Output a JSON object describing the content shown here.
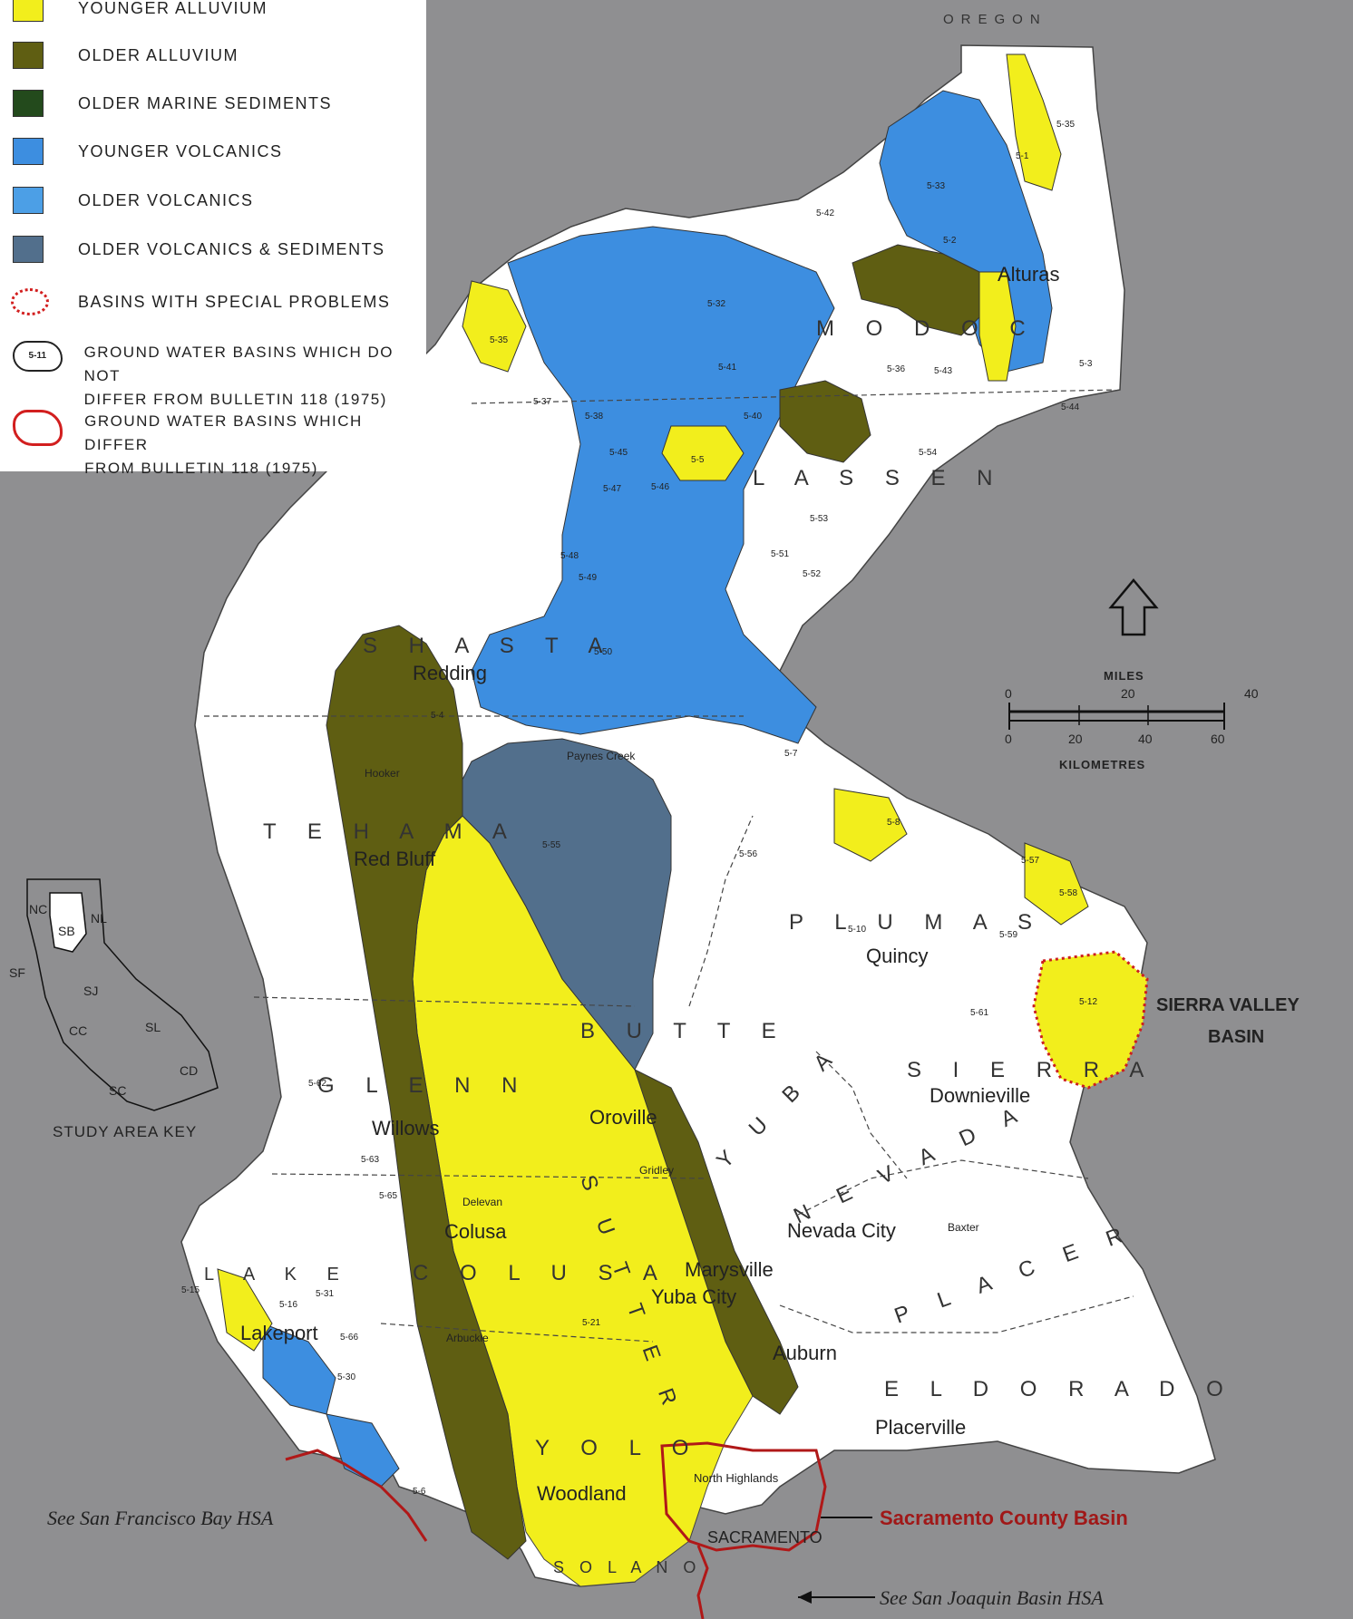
{
  "legend": {
    "items": [
      {
        "label": "YOUNGER ALLUVIUM",
        "color": "#f2ee1c"
      },
      {
        "label": "OLDER ALLUVIUM",
        "color": "#5f5e12"
      },
      {
        "label": "OLDER MARINE SEDIMENTS",
        "color": "#234a1c"
      },
      {
        "label": "YOUNGER VOLCANICS",
        "color": "#3d8ee0"
      },
      {
        "label": "OLDER VOLCANICS",
        "color": "#4c9fe6"
      },
      {
        "label": "OLDER VOLCANICS & SEDIMENTS",
        "color": "#526f8c"
      },
      {
        "label": "BASINS WITH SPECIAL PROBLEMS"
      }
    ],
    "same_basins": {
      "line1": "GROUND WATER BASINS WHICH DO NOT",
      "line2": "DIFFER FROM BULLETIN 118 (1975)",
      "icon_label": "5-11"
    },
    "diff_basins": {
      "line1": "GROUND WATER BASINS WHICH DIFFER",
      "line2": "FROM BULLETIN 118 (1975)"
    }
  },
  "state_label": "OREGON",
  "counties": {
    "modoc": "M O D O C",
    "lassen": "L A S S E N",
    "shasta": "S H A S T A",
    "tehama": "T E H A M A",
    "plumas": "P L U M A S",
    "butte": "B U T T E",
    "glenn": "G L E N N",
    "sierra": "S I E R R A",
    "yuba": "Y U B A",
    "nevada": "N E V A D A",
    "placer": "P L A C E R",
    "eldorado": "E L   D O R A D O",
    "lake": "L A K E",
    "colusa": "C O L U S A",
    "sutter": "S U T T E R",
    "yolo": "Y O L O",
    "solano": "S O L A N O"
  },
  "cities": {
    "alturas": "Alturas",
    "redding": "Redding",
    "red_bluff": "Red Bluff",
    "quincy": "Quincy",
    "downieville": "Downieville",
    "oroville": "Oroville",
    "willows": "Willows",
    "colusa": "Colusa",
    "marysville": "Marysville",
    "yuba_city": "Yuba City",
    "nevada_city": "Nevada City",
    "auburn": "Auburn",
    "placerville": "Placerville",
    "lakeport": "Lakeport",
    "woodland": "Woodland",
    "sacramento": "SACRAMENTO",
    "north_highlands": "North Highlands",
    "gridley": "Gridley",
    "delevan": "Delevan",
    "arbuckle": "Arbuckle",
    "baxter": "Baxter",
    "payne_creek": "Paynes Creek",
    "hooker": "Hooker"
  },
  "basin_ids": [
    "5-33",
    "5-1",
    "5-35",
    "5-2",
    "5-42",
    "5-32",
    "5-36",
    "5-43",
    "5-44",
    "5-3",
    "5-35",
    "5-41",
    "5-40",
    "5-37",
    "5-38",
    "5-45",
    "5-5",
    "5-54",
    "5-47",
    "5-46",
    "5-53",
    "5-48",
    "5-49",
    "5-51",
    "5-52",
    "5-50",
    "5-4",
    "5-7",
    "5-55",
    "5-56",
    "5-57",
    "5-58",
    "5-10",
    "5-59",
    "5-12",
    "5-61",
    "5-62",
    "5-63",
    "5-65",
    "5-16",
    "5-15",
    "5-31",
    "5-30",
    "5-66",
    "5-21",
    "5-6",
    "5-8"
  ],
  "special_basin": {
    "line1": "SIERRA VALLEY",
    "line2": "BASIN"
  },
  "sacramento_basin": "Sacramento County Basin",
  "refs": {
    "sf_bay": "See San Francisco Bay HSA",
    "sj_basin": "See San Joaquin Basin HSA"
  },
  "scale": {
    "miles_label": "MILES",
    "km_label": "KILOMETRES",
    "miles_ticks": [
      "0",
      "20",
      "40"
    ],
    "km_ticks": [
      "0",
      "20",
      "40",
      "60"
    ]
  },
  "key": {
    "title": "STUDY AREA KEY",
    "regions": [
      "NC",
      "SB",
      "NL",
      "SF",
      "SJ",
      "SL",
      "CC",
      "CD",
      "SC"
    ]
  }
}
